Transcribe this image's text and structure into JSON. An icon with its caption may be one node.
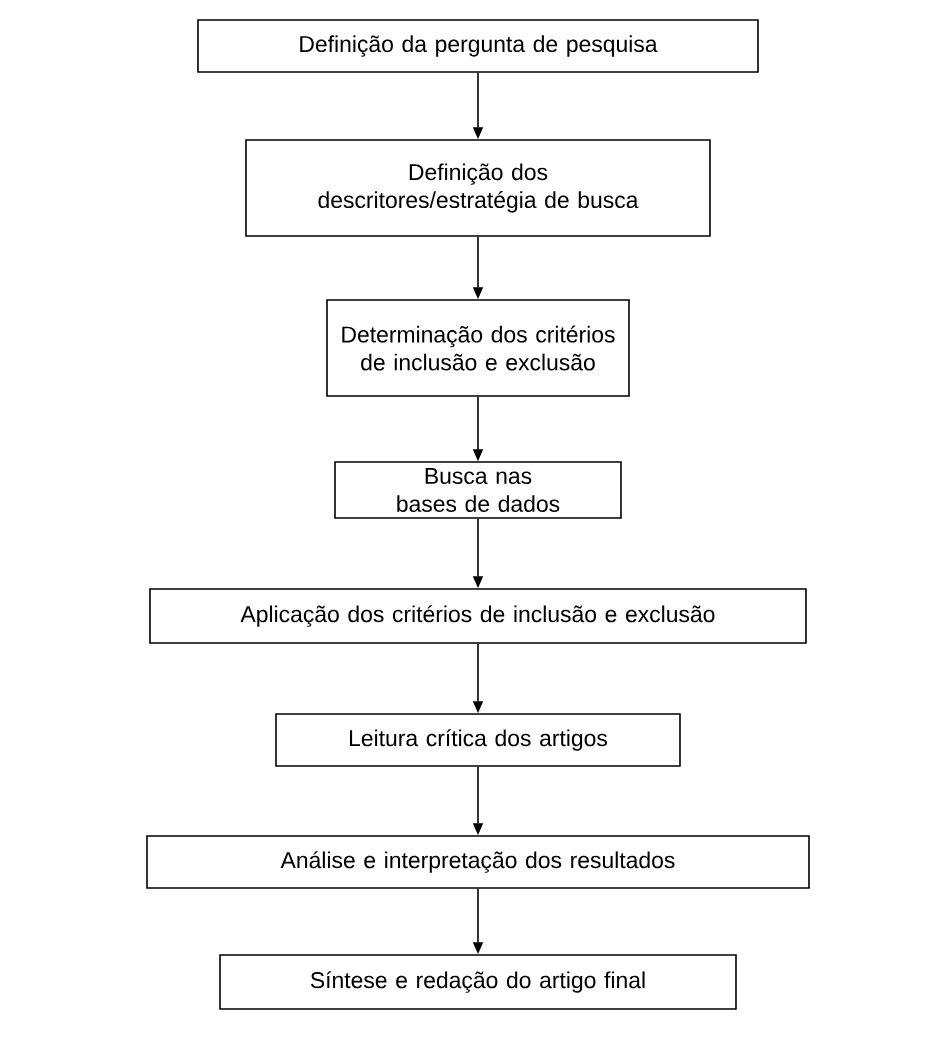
{
  "diagram": {
    "nodes": [
      {
        "text": [
          "Definição da pergunta de pesquisa"
        ]
      },
      {
        "text": [
          "Definição dos descritores/estratégia de busca"
        ]
      },
      {
        "text": [
          "Determinação dos critérios de inclusão e exclusão"
        ]
      },
      {
        "text": [
          "Busca nas bases de dados"
        ]
      },
      {
        "text": [
          "Aplicação dos critérios de inclusão e exclusão"
        ]
      },
      {
        "text": [
          "Leitura crítica dos artigos"
        ]
      },
      {
        "text": [
          "Análise e interpretação dos resultados"
        ]
      },
      {
        "text": [
          "Síntese e redação do artigo final"
        ]
      }
    ],
    "edges": [
      {
        "from": 0,
        "to": 1,
        "arrow": "to"
      },
      {
        "from": 1,
        "to": 2,
        "arrow": "to"
      },
      {
        "from": 2,
        "to": 3,
        "arrow": "to"
      },
      {
        "from": 3,
        "to": 4,
        "arrow": "to"
      },
      {
        "from": 4,
        "to": 5,
        "arrow": "to"
      },
      {
        "from": 5,
        "to": 6,
        "arrow": "to"
      },
      {
        "from": 6,
        "to": 7,
        "arrow": "to"
      }
    ]
  }
}
